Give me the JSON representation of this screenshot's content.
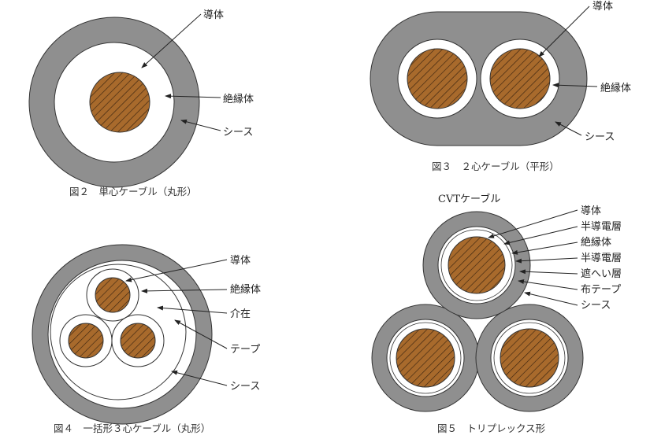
{
  "colors": {
    "sheath": "#8f8f8f",
    "conductor": "#a86a2c",
    "hatch": "#3a2410"
  },
  "fig2": {
    "caption": "図２　単心ケーブル（丸形）",
    "labels": [
      "導体",
      "絶縁体",
      "シース"
    ]
  },
  "fig3": {
    "caption": "図３　２心ケーブル（平形）",
    "labels": [
      "導体",
      "絶縁体",
      "シース"
    ]
  },
  "fig4": {
    "caption": "図４　一括形３心ケーブル（丸形）",
    "labels": [
      "導体",
      "絶縁体",
      "介在",
      "テープ",
      "シース"
    ]
  },
  "fig5": {
    "caption": "図５　トリプレックス形",
    "title": "CVTケーブル",
    "labels": [
      "導体",
      "半導電層",
      "絶縁体",
      "半導電層",
      "遮へい層",
      "布テープ",
      "シース"
    ]
  }
}
